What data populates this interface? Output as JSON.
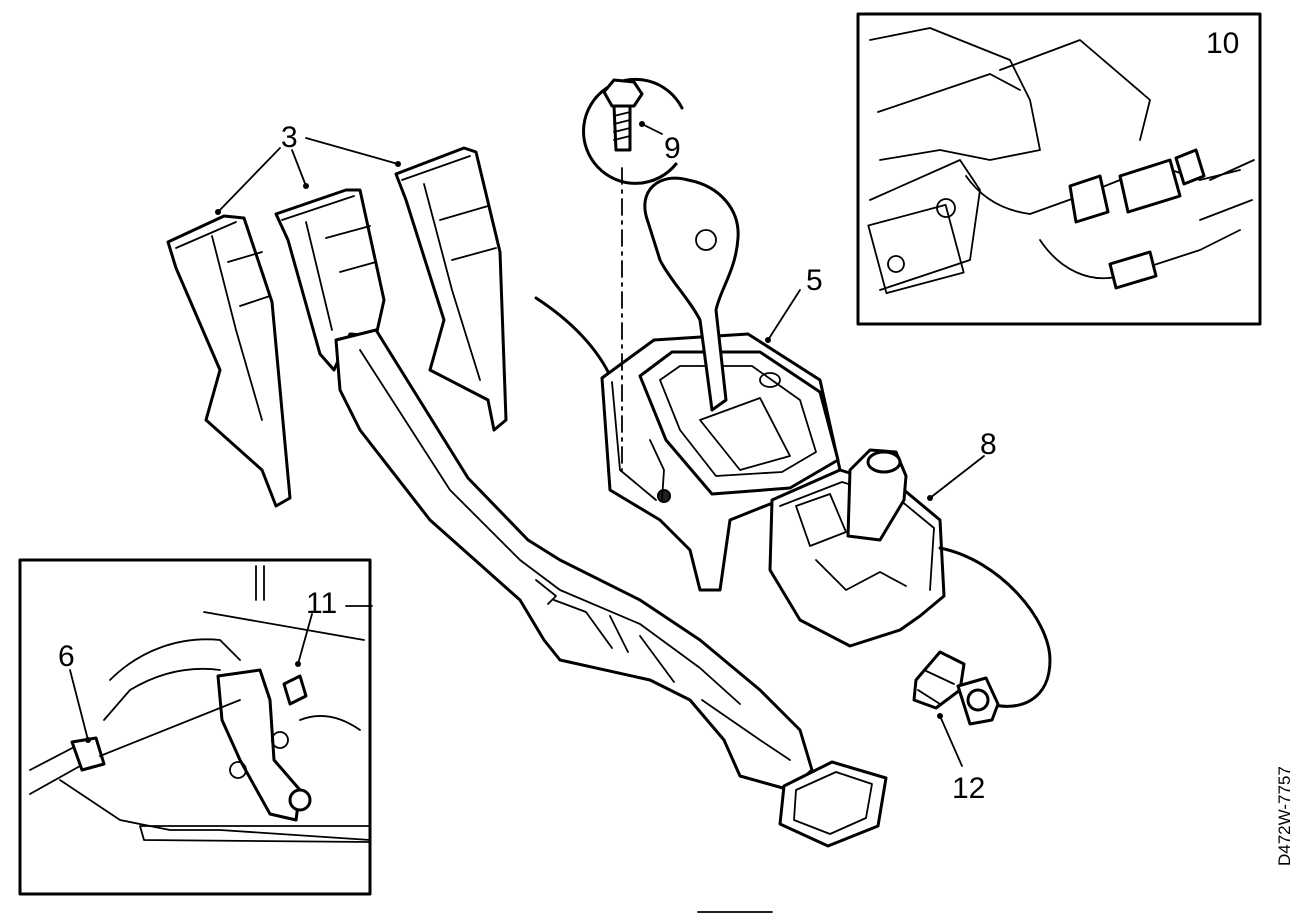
{
  "callouts": {
    "c3": "3",
    "c5": "5",
    "c6": "6",
    "c8": "8",
    "c9": "9",
    "c10": "10",
    "c11": "11",
    "c12": "12"
  },
  "drawing_code": "D472W-7757"
}
